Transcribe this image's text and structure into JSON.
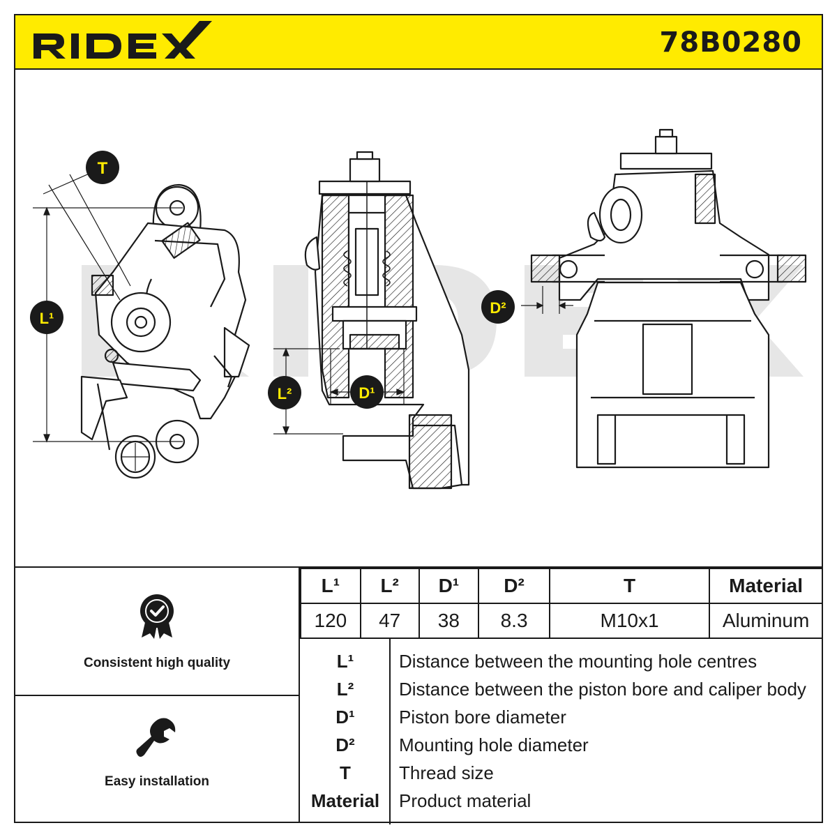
{
  "header": {
    "brand": "RIDEX",
    "part_number": "78B0280"
  },
  "drawing": {
    "callouts": {
      "T": "T",
      "L1": "L¹",
      "L2": "L²",
      "D1": "D¹",
      "D2": "D²"
    },
    "watermark": "RIDEX"
  },
  "features": [
    {
      "label": "Consistent high quality",
      "icon": "quality-badge-icon"
    },
    {
      "label": "Easy installation",
      "icon": "wrench-icon"
    }
  ],
  "spec_table": {
    "headers": [
      "L¹",
      "L²",
      "D¹",
      "D²",
      "T",
      "Material"
    ],
    "values": [
      "120",
      "47",
      "38",
      "8.3",
      "M10x1",
      "Aluminum"
    ]
  },
  "legend": [
    {
      "key": "L¹",
      "desc": "Distance between the mounting hole centres"
    },
    {
      "key": "L²",
      "desc": "Distance between the piston bore and caliper body"
    },
    {
      "key": "D¹",
      "desc": "Piston bore diameter"
    },
    {
      "key": "D²",
      "desc": "Mounting hole diameter"
    },
    {
      "key": "T",
      "desc": "Thread size"
    },
    {
      "key": "Material",
      "desc": "Product material"
    }
  ],
  "colors": {
    "accent": "#ffeb00",
    "ink": "#1a1a1a",
    "watermark": "#e6e6e6"
  }
}
